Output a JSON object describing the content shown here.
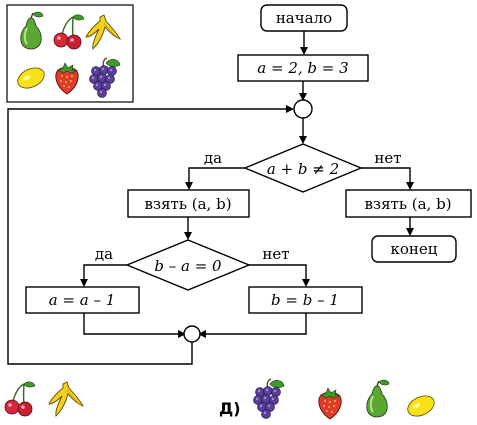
{
  "legend_fruits": [
    "pear-icon",
    "cherry-icon",
    "banana-icon",
    "lemon-icon",
    "strawberry-icon",
    "grapes-icon"
  ],
  "flowchart": {
    "start": "начало",
    "init": "a = 2, b = 3",
    "cond1": "a + b ≠ 2",
    "cond1_yes": "да",
    "cond1_no": "нет",
    "take_left": "взять (a, b)",
    "take_right": "взять (a, b)",
    "end": "конец",
    "cond2": "b – a = 0",
    "cond2_yes": "да",
    "cond2_no": "нет",
    "assign_a": "a = a – 1",
    "assign_b": "b = b – 1"
  },
  "answer_option": {
    "label": "Д)",
    "fruits": [
      "grapes-icon",
      "strawberry-icon",
      "pear-icon",
      "lemon-icon"
    ]
  },
  "left_option_fruits": [
    "cherry-icon",
    "banana-icon"
  ],
  "colors": {
    "pear": "#5aa832",
    "cherry": "#d8263a",
    "banana": "#f5d11c",
    "lemon": "#f7e21a",
    "strawberry": "#e23a2a",
    "grapes": "#5a3f9a",
    "leaf": "#3f9a2a"
  }
}
